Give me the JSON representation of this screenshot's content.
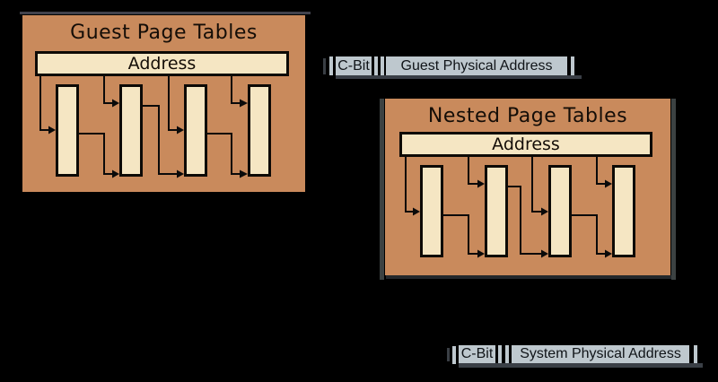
{
  "page": {
    "background": "#000000"
  },
  "guest_tables": {
    "title": "Guest Page Tables",
    "address": "Address",
    "levels": 4
  },
  "nested_tables": {
    "title": "Nested Page Tables",
    "address": "Address",
    "levels": 4
  },
  "gpa_row": {
    "cbit": "C-Bit",
    "label": "Guest Physical Address"
  },
  "spa_row": {
    "cbit": "C-Bit",
    "label": "System Physical Address"
  },
  "colors": {
    "background": "#000000",
    "table_fill": "#C98A5C",
    "cell_fill": "#F5E6C3",
    "label_fill": "#BEC8CE",
    "line": "#000000",
    "shadow_gray": "#3E434B"
  }
}
